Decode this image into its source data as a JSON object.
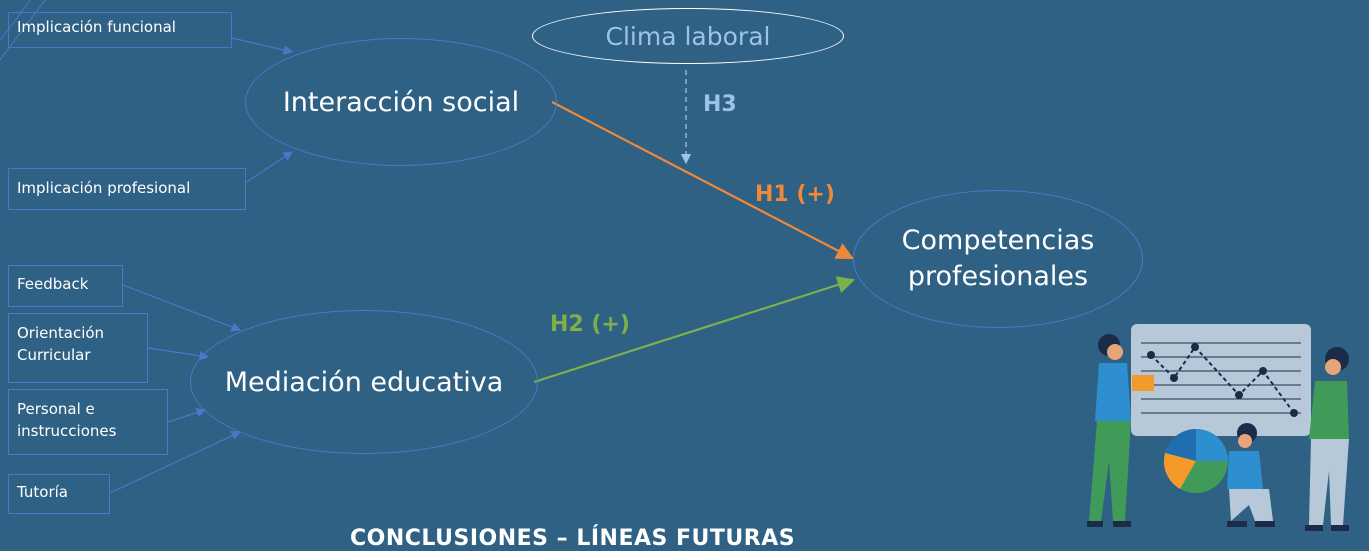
{
  "indicators_social": [
    {
      "label": "Implicación funcional"
    },
    {
      "label": "Implicación profesional"
    }
  ],
  "indicators_mediation": [
    {
      "label": "Feedback"
    },
    {
      "label": "Orientación Curricular"
    },
    {
      "label": "Personal e instrucciones"
    },
    {
      "label": "Tutoría"
    }
  ],
  "constructs": {
    "interaccion": "Interacción social",
    "mediacion": "Mediación educativa",
    "clima": "Clima laboral",
    "competencias": "Competencias profesionales"
  },
  "hypotheses": {
    "h1": "H1 (+)",
    "h2": "H2 (+)",
    "h3": "H3"
  },
  "footer": {
    "title": "CONCLUSIONES – LÍNEAS FUTURAS"
  },
  "colors": {
    "background": "#2e6184",
    "outline": "#4a78c9",
    "h1": "#f0883a",
    "h2": "#7db04a",
    "h3": "#9cc3e6",
    "clima_text": "#9cc3e6"
  },
  "illustration": {
    "icon": "people-analyzing-chart-illustration"
  }
}
